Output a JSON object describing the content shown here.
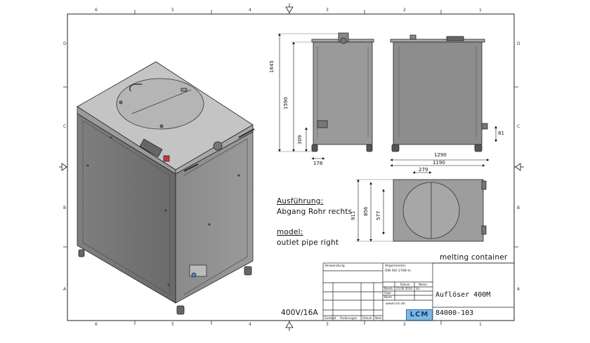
{
  "sheet": {
    "grid_cols_top": [
      "6",
      "5",
      "4",
      "3",
      "2",
      "1"
    ],
    "grid_cols_bottom": [
      "6",
      "5",
      "4",
      "3",
      "2",
      "1"
    ],
    "grid_rows_left": [
      "D",
      "C",
      "B",
      "A"
    ],
    "grid_rows_right": [
      "D",
      "C",
      "B",
      "A"
    ]
  },
  "dimensions": {
    "height_total": "1645",
    "height_body": "1590",
    "height_outlet": "309",
    "depth_outlet": "178",
    "side_offset": "81",
    "width_total": "1290",
    "width_body": "1190",
    "lid_offset": "279",
    "depth_total": "911",
    "depth_body": "856",
    "lid_depth": "577"
  },
  "notes": {
    "ausfuehrung_label": "Ausführung:",
    "ausfuehrung_text": "Abgang Rohr rechts",
    "model_label": "model:",
    "model_text": "outlet pipe right",
    "voltage": "400V/16A"
  },
  "title_block": {
    "verwendung": "Verwendung",
    "allgemeintol": "Allgemeintol.",
    "din": "DIN ISO 2768-m",
    "datum": "Datum",
    "name": "Name",
    "bearb": "Bearb.",
    "bearb_date": "23.06.2014",
    "bearb_name": "Sü",
    "gepr": "Gepr.",
    "norm": "Norm",
    "website": "www.lcm.de",
    "logo": "LCM",
    "zustand": "Zustand",
    "aenderungen": "Änderungen",
    "datum2": "Datum",
    "name2": "Nam",
    "caption": "melting container",
    "title": "Auflöser 400M",
    "drawing_number": "84000-103"
  }
}
